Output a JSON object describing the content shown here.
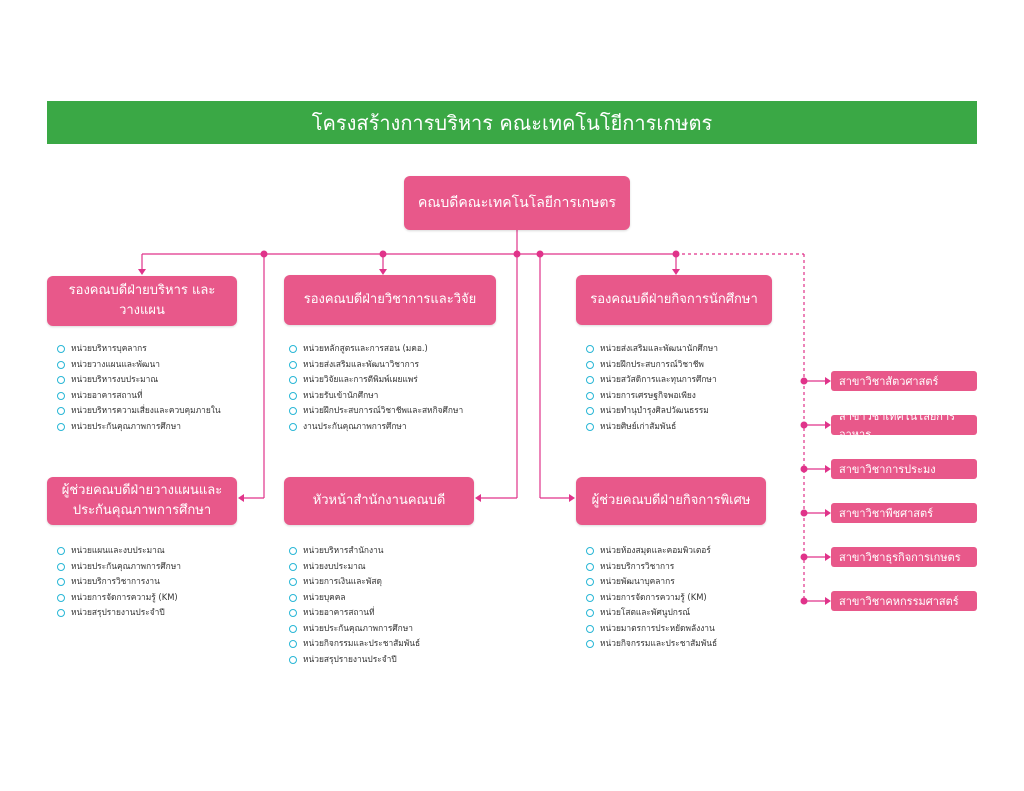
{
  "title": "โครงสร้างการบริหาร คณะเทคโนโยีการเกษตร",
  "dean": "คณบดีคณะเทคโนโลยีการเกษตร",
  "vp_admin": {
    "label": "รองคณบดีฝ่ายบริหาร และวางแผน",
    "items": [
      "หน่วยบริหารบุคลากร",
      "หน่วยวางแผนและพัฒนา",
      "หน่วยบริหารงบประมาณ",
      "หน่วยอาคารสถานที่",
      "หน่วยบริหารความเสี่ยงและควบคุมภายใน",
      "หน่วยประกันคุณภาพการศึกษา"
    ]
  },
  "vp_academic": {
    "label": "รองคณบดีฝ่ายวิชาการและวิจัย",
    "items": [
      "หน่วยหลักสูตรและการสอน (มคอ.)",
      "หน่วยส่งเสริมและพัฒนาวิชาการ",
      "หน่วยวิจัยและการตีพิมพ์เผยแพร่",
      "หน่วยรับเข้านักศึกษา",
      "หน่วยฝึกประสบการณ์วิชาชีพและสหกิจศึกษา",
      "งานประกันคุณภาพการศึกษา"
    ]
  },
  "vp_student": {
    "label": "รองคณบดีฝ่ายกิจการนักศึกษา",
    "items": [
      "หน่วยส่งเสริมและพัฒนานักศึกษา",
      "หน่วยฝึกประสบการณ์วิชาชีพ",
      "หน่วยสวัสดิการและทุนการศึกษา",
      "หน่วยการเศรษฐกิจพอเพียง",
      "หน่วยทำนุบำรุงศิลปวัฒนธรรม",
      "หน่วยศิษย์เก่าสัมพันธ์"
    ]
  },
  "asst_planning": {
    "label": "ผู้ช่วยคณบดีฝ่ายวางแผนและ ประกันคุณภาพการศึกษา",
    "items": [
      "หน่วยแผนและงบประมาณ",
      "หน่วยประกันคุณภาพการศึกษา",
      "หน่วยบริการวิชาการงาน",
      "หน่วยการจัดการความรู้ (KM)",
      "หน่วยสรุปรายงานประจำปี"
    ]
  },
  "head_office": {
    "label": "หัวหน้าสำนักงานคณบดี",
    "items": [
      "หน่วยบริหารสำนักงาน",
      "หน่วยงบประมาณ",
      "หน่วยการเงินและพัสดุ",
      "หน่วยบุคคล",
      "หน่วยอาคารสถานที่",
      "หน่วยประกันคุณภาพการศึกษา",
      "หน่วยกิจกรรมและประชาสัมพันธ์",
      "หน่วยสรุปรายงานประจำปี"
    ]
  },
  "asst_special": {
    "label": "ผู้ช่วยคณบดีฝ่ายกิจการพิเศษ",
    "items": [
      "หน่วยห้องสมุดและคอมพิวเตอร์",
      "หน่วยบริการวิชาการ",
      "หน่วยพัฒนาบุคลากร",
      "หน่วยการจัดการความรู้ (KM)",
      "หน่วยโสตและพัศนูปกรณ์",
      "หน่วยมาตรการประหยัดพลังงาน",
      "หน่วยกิจกรรมและประชาสัมพันธ์"
    ]
  },
  "departments": [
    "สาขาวิชาสัตวศาสตร์",
    "สาขาวิชาเทคโนโลยีการอาหาร",
    "สาขาวิชาการประมง",
    "สาขาวิชาพืชศาสตร์",
    "สาขาวิชาธุรกิจการเกษตร",
    "สาขาวิชาคหกรรมศาสตร์"
  ],
  "colors": {
    "banner": "#3aa845",
    "box": "#e8588a",
    "bullet": "#29b7d6",
    "line": "#e0338a"
  }
}
